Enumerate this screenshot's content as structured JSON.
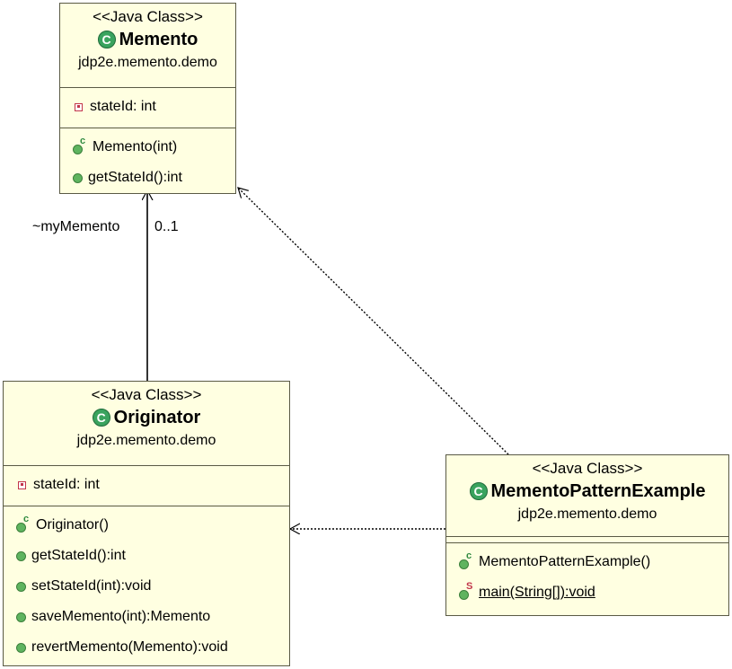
{
  "classes": {
    "memento": {
      "stereotype": "<<Java Class>>",
      "name": "Memento",
      "package": "jdp2e.memento.demo",
      "attributes": [
        "stateId: int"
      ],
      "operations": [
        "Memento(int)",
        "getStateId():int"
      ]
    },
    "originator": {
      "stereotype": "<<Java Class>>",
      "name": "Originator",
      "package": "jdp2e.memento.demo",
      "attributes": [
        "stateId: int"
      ],
      "operations": [
        "Originator()",
        "getStateId():int",
        "setStateId(int):void",
        "saveMemento(int):Memento",
        "revertMemento(Memento):void"
      ]
    },
    "example": {
      "stereotype": "<<Java Class>>",
      "name": "MementoPatternExample",
      "package": "jdp2e.memento.demo",
      "operations": [
        "MementoPatternExample()",
        "main(String[]):void"
      ]
    }
  },
  "association": {
    "role": "~myMemento",
    "multiplicity": "0..1"
  },
  "icons": {
    "class_icon_letter": "C",
    "constructor_marker": "c",
    "static_marker": "S"
  },
  "colors": {
    "class_fill": "#ffffe1",
    "class_icon": "#3aa35e",
    "private_marker": "#c2354a"
  }
}
